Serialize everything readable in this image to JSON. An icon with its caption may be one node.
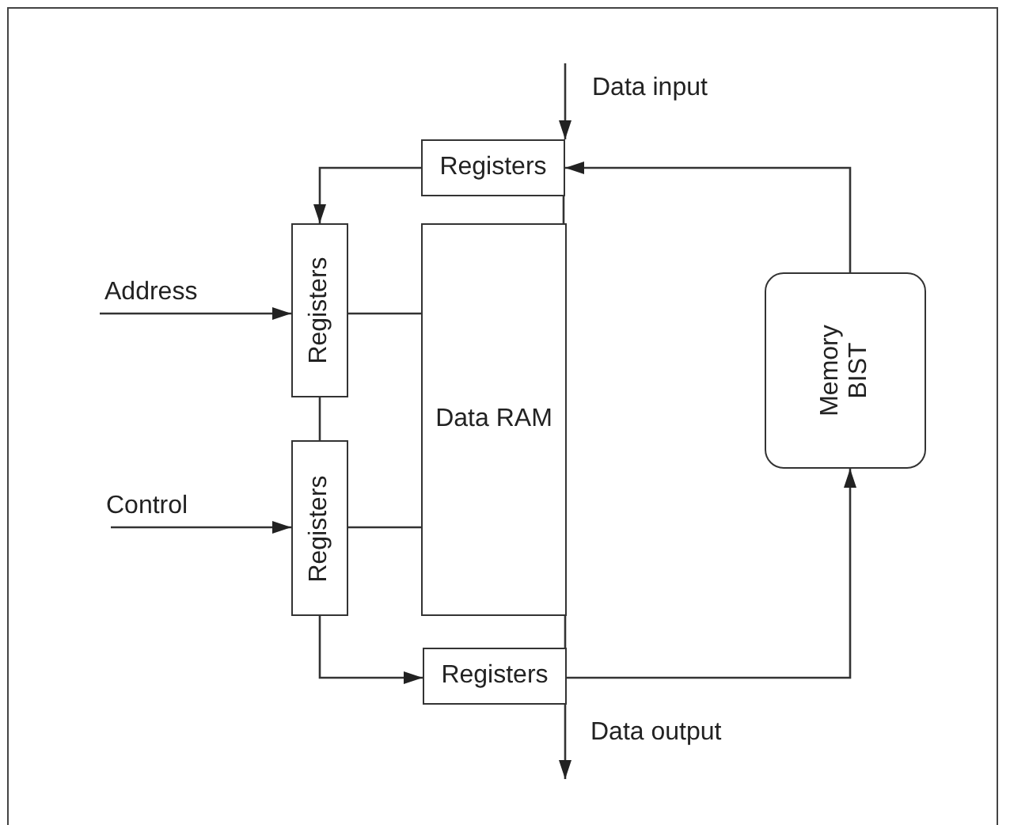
{
  "diagram": {
    "nodes": [
      {
        "text": [
          "Registers"
        ]
      },
      {
        "text": [
          "Registers"
        ]
      },
      {
        "text": [
          "Data RAM"
        ]
      },
      {
        "text": [
          "Memory BIST"
        ]
      },
      {
        "text": [
          "Registers"
        ]
      },
      {
        "text": [
          "Registers"
        ]
      }
    ],
    "edges": [
      {
        "from": null,
        "to": 0,
        "arrow": "to",
        "label": "Data input"
      },
      {
        "from": 0,
        "to": 1,
        "arrow": "to"
      },
      {
        "from": null,
        "to": 1,
        "arrow": "to",
        "label": "Address"
      },
      {
        "from": 1,
        "to": 2,
        "arrow": "none"
      },
      {
        "from": 0,
        "to": 2,
        "arrow": "none"
      },
      {
        "from": 3,
        "to": 0,
        "arrow": "to"
      },
      {
        "from": 1,
        "to": 4,
        "arrow": "none"
      },
      {
        "from": null,
        "to": 4,
        "arrow": "to",
        "label": "Control"
      },
      {
        "from": 4,
        "to": 2,
        "arrow": "none"
      },
      {
        "from": 4,
        "to": 5,
        "arrow": "to"
      },
      {
        "from": 2,
        "to": 5,
        "arrow": "none"
      },
      {
        "from": 5,
        "to": 3,
        "arrow": "to"
      },
      {
        "from": 5,
        "to": null,
        "arrow": "to",
        "label": "Data output"
      }
    ]
  }
}
